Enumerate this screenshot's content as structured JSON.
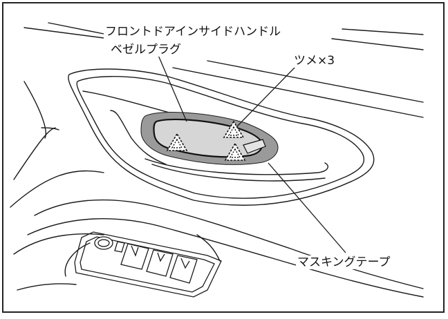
{
  "labels": {
    "part_name_line1": "フロントドアインサイドハンドル",
    "part_name_line2": "ベゼルプラグ",
    "claws": "ツメ×3",
    "masking_tape": "マスキングテープ"
  },
  "icons": {
    "claw_marker": "dashed-triangle-icon",
    "switch_panel": "power-window-switch-icon"
  },
  "colors": {
    "masking_tape_fill": "#9a9a9a",
    "bezel_plug_fill": "#d6d6d6",
    "line": "#1a1a1a"
  }
}
